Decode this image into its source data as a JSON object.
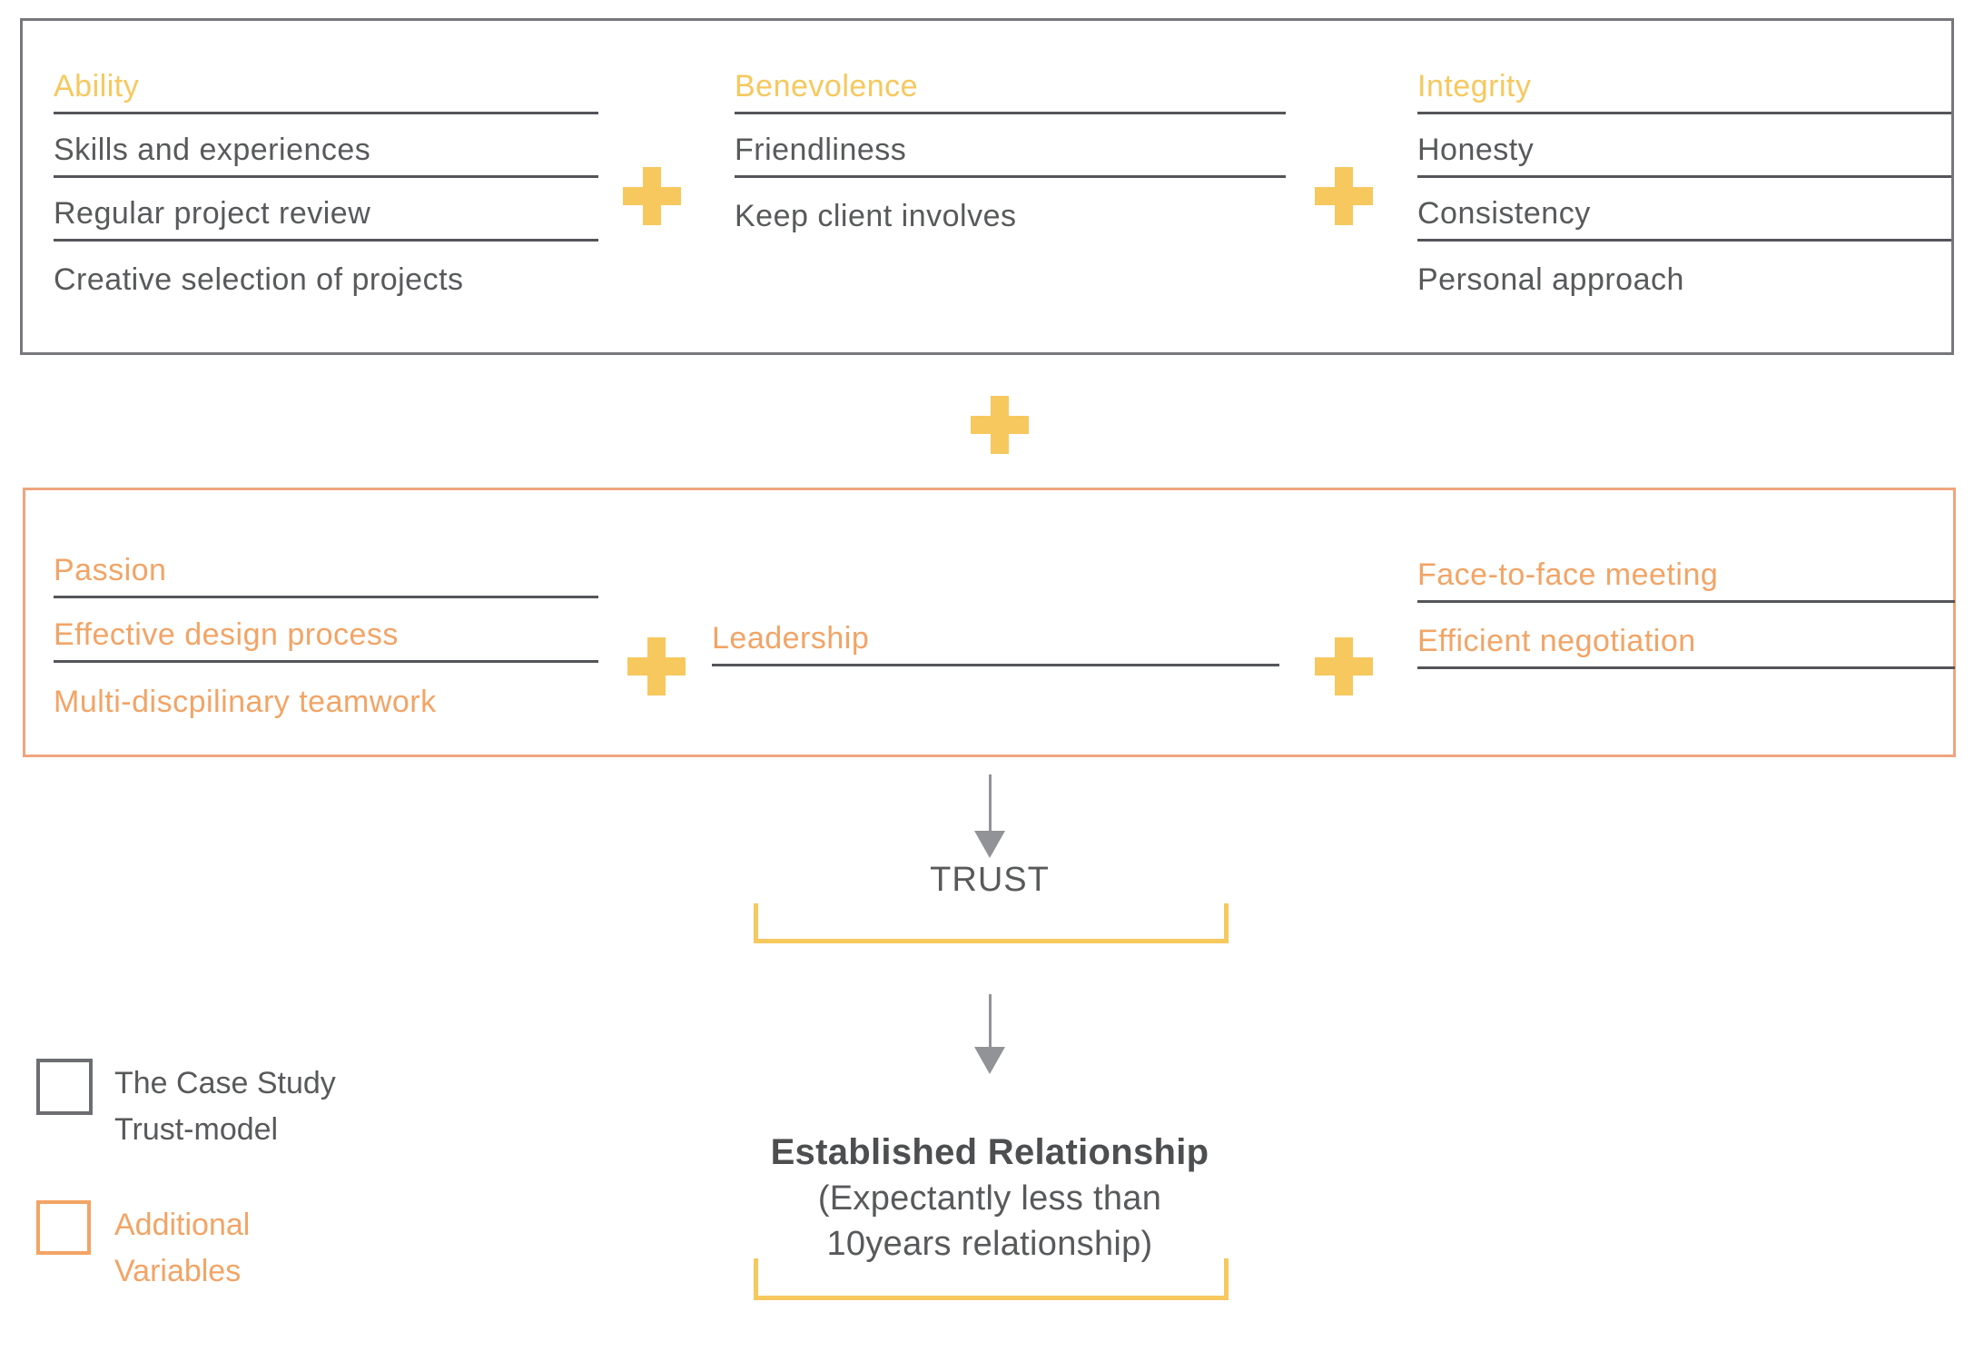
{
  "palette": {
    "yellow": "#F6C85E",
    "orange": "#F2A466",
    "orange_border": "#F0A57E",
    "gray_text": "#58595B",
    "gray_border": "#77787B",
    "underline": "#54555A",
    "arrow": "#919396",
    "dark_text": "#4D4E50"
  },
  "model_box": {
    "columns": [
      {
        "heading": "Ability",
        "items": [
          "Skills and experiences",
          "Regular project review",
          "Creative selection of projects"
        ]
      },
      {
        "heading": "Benevolence",
        "items": [
          "Friendliness",
          "Keep client involves"
        ]
      },
      {
        "heading": "Integrity",
        "items": [
          "Honesty",
          "Consistency",
          "Personal approach"
        ]
      }
    ]
  },
  "additional_box": {
    "left_items": [
      "Passion",
      "Effective design process",
      "Multi-discpilinary teamwork"
    ],
    "center_items": [
      "Leadership"
    ],
    "right_items": [
      "Face-to-face meeting",
      "Efficient negotiation"
    ]
  },
  "flow": {
    "trust": "TRUST",
    "result_title": "Established Relationship",
    "result_line2": "(Expectantly less than",
    "result_line3": "10years relationship)"
  },
  "legend": {
    "case_study": {
      "line1": "The Case Study",
      "line2": "Trust-model"
    },
    "additional": {
      "line1": "Additional",
      "line2": "Variables"
    }
  }
}
